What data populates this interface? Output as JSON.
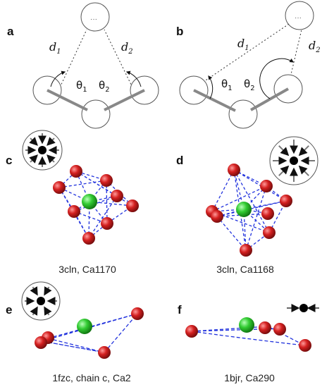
{
  "panels": {
    "a": {
      "label": "a",
      "d1": "d",
      "d1_sub": "1",
      "d2": "d",
      "d2_sub": "2",
      "theta1": "θ",
      "theta1_sub": "1",
      "theta2": "θ",
      "theta2_sub": "2"
    },
    "b": {
      "label": "b",
      "d1": "d",
      "d1_sub": "1",
      "d2": "d",
      "d2_sub": "2",
      "theta1": "θ",
      "theta1_sub": "1",
      "theta2": "θ",
      "theta2_sub": "2"
    },
    "c": {
      "label": "c",
      "caption": "3cln, Ca1170"
    },
    "d": {
      "label": "d",
      "caption": "3cln, Ca1168"
    },
    "e": {
      "label": "e",
      "caption": "1fzc, chain c, Ca2"
    },
    "f": {
      "label": "f",
      "caption": "1bjr, Ca290"
    }
  },
  "colors": {
    "calcium": "#33cc33",
    "oxygen": "#d42020",
    "bond": "#2233dd",
    "rod": "#888888"
  }
}
